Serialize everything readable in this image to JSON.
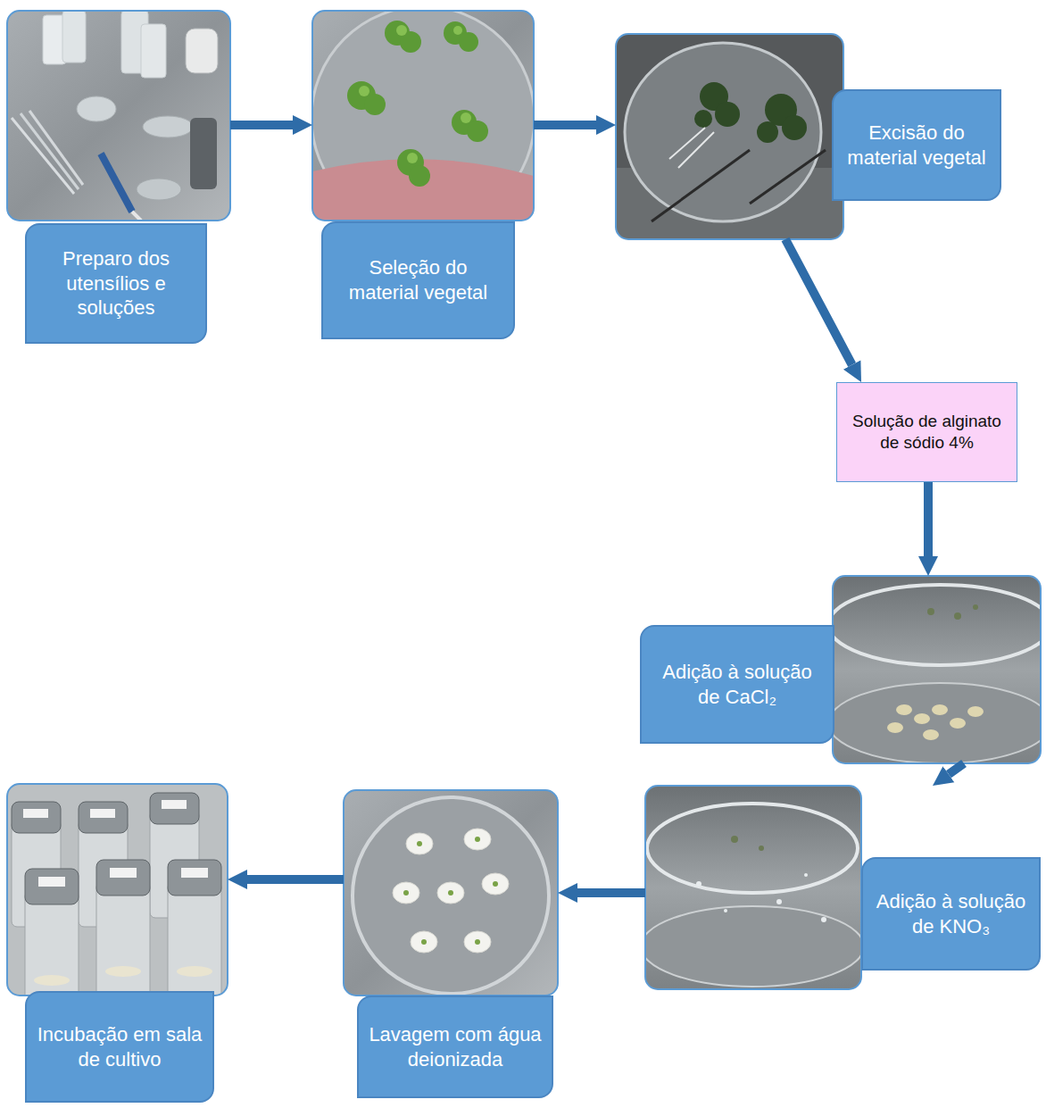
{
  "diagram": {
    "nodes": [
      {
        "text": [
          "Preparo dos utensílios e soluções"
        ]
      },
      {
        "text": [
          "Seleção do material vegetal"
        ]
      },
      {
        "text": [
          "Excisão do material vegetal"
        ]
      },
      {
        "text": [
          "Solução de alginato de sódio 4%"
        ]
      },
      {
        "text": [
          "Adição à solução de CaCl₂"
        ]
      },
      {
        "text": [
          "Adição à solução de KNO₃"
        ]
      },
      {
        "text": [
          "Lavagem com água deionizada"
        ]
      },
      {
        "text": [
          "Incubação em sala de cultivo"
        ]
      }
    ],
    "edges": [
      {
        "from": 0,
        "to": 1,
        "arrow": "to"
      },
      {
        "from": 1,
        "to": 2,
        "arrow": "to"
      },
      {
        "from": 2,
        "to": 3,
        "arrow": "to"
      },
      {
        "from": 3,
        "to": 4,
        "arrow": "to"
      },
      {
        "from": 4,
        "to": 5,
        "arrow": "to"
      },
      {
        "from": 5,
        "to": 6,
        "arrow": "to"
      },
      {
        "from": 6,
        "to": 7,
        "arrow": "to"
      }
    ]
  }
}
